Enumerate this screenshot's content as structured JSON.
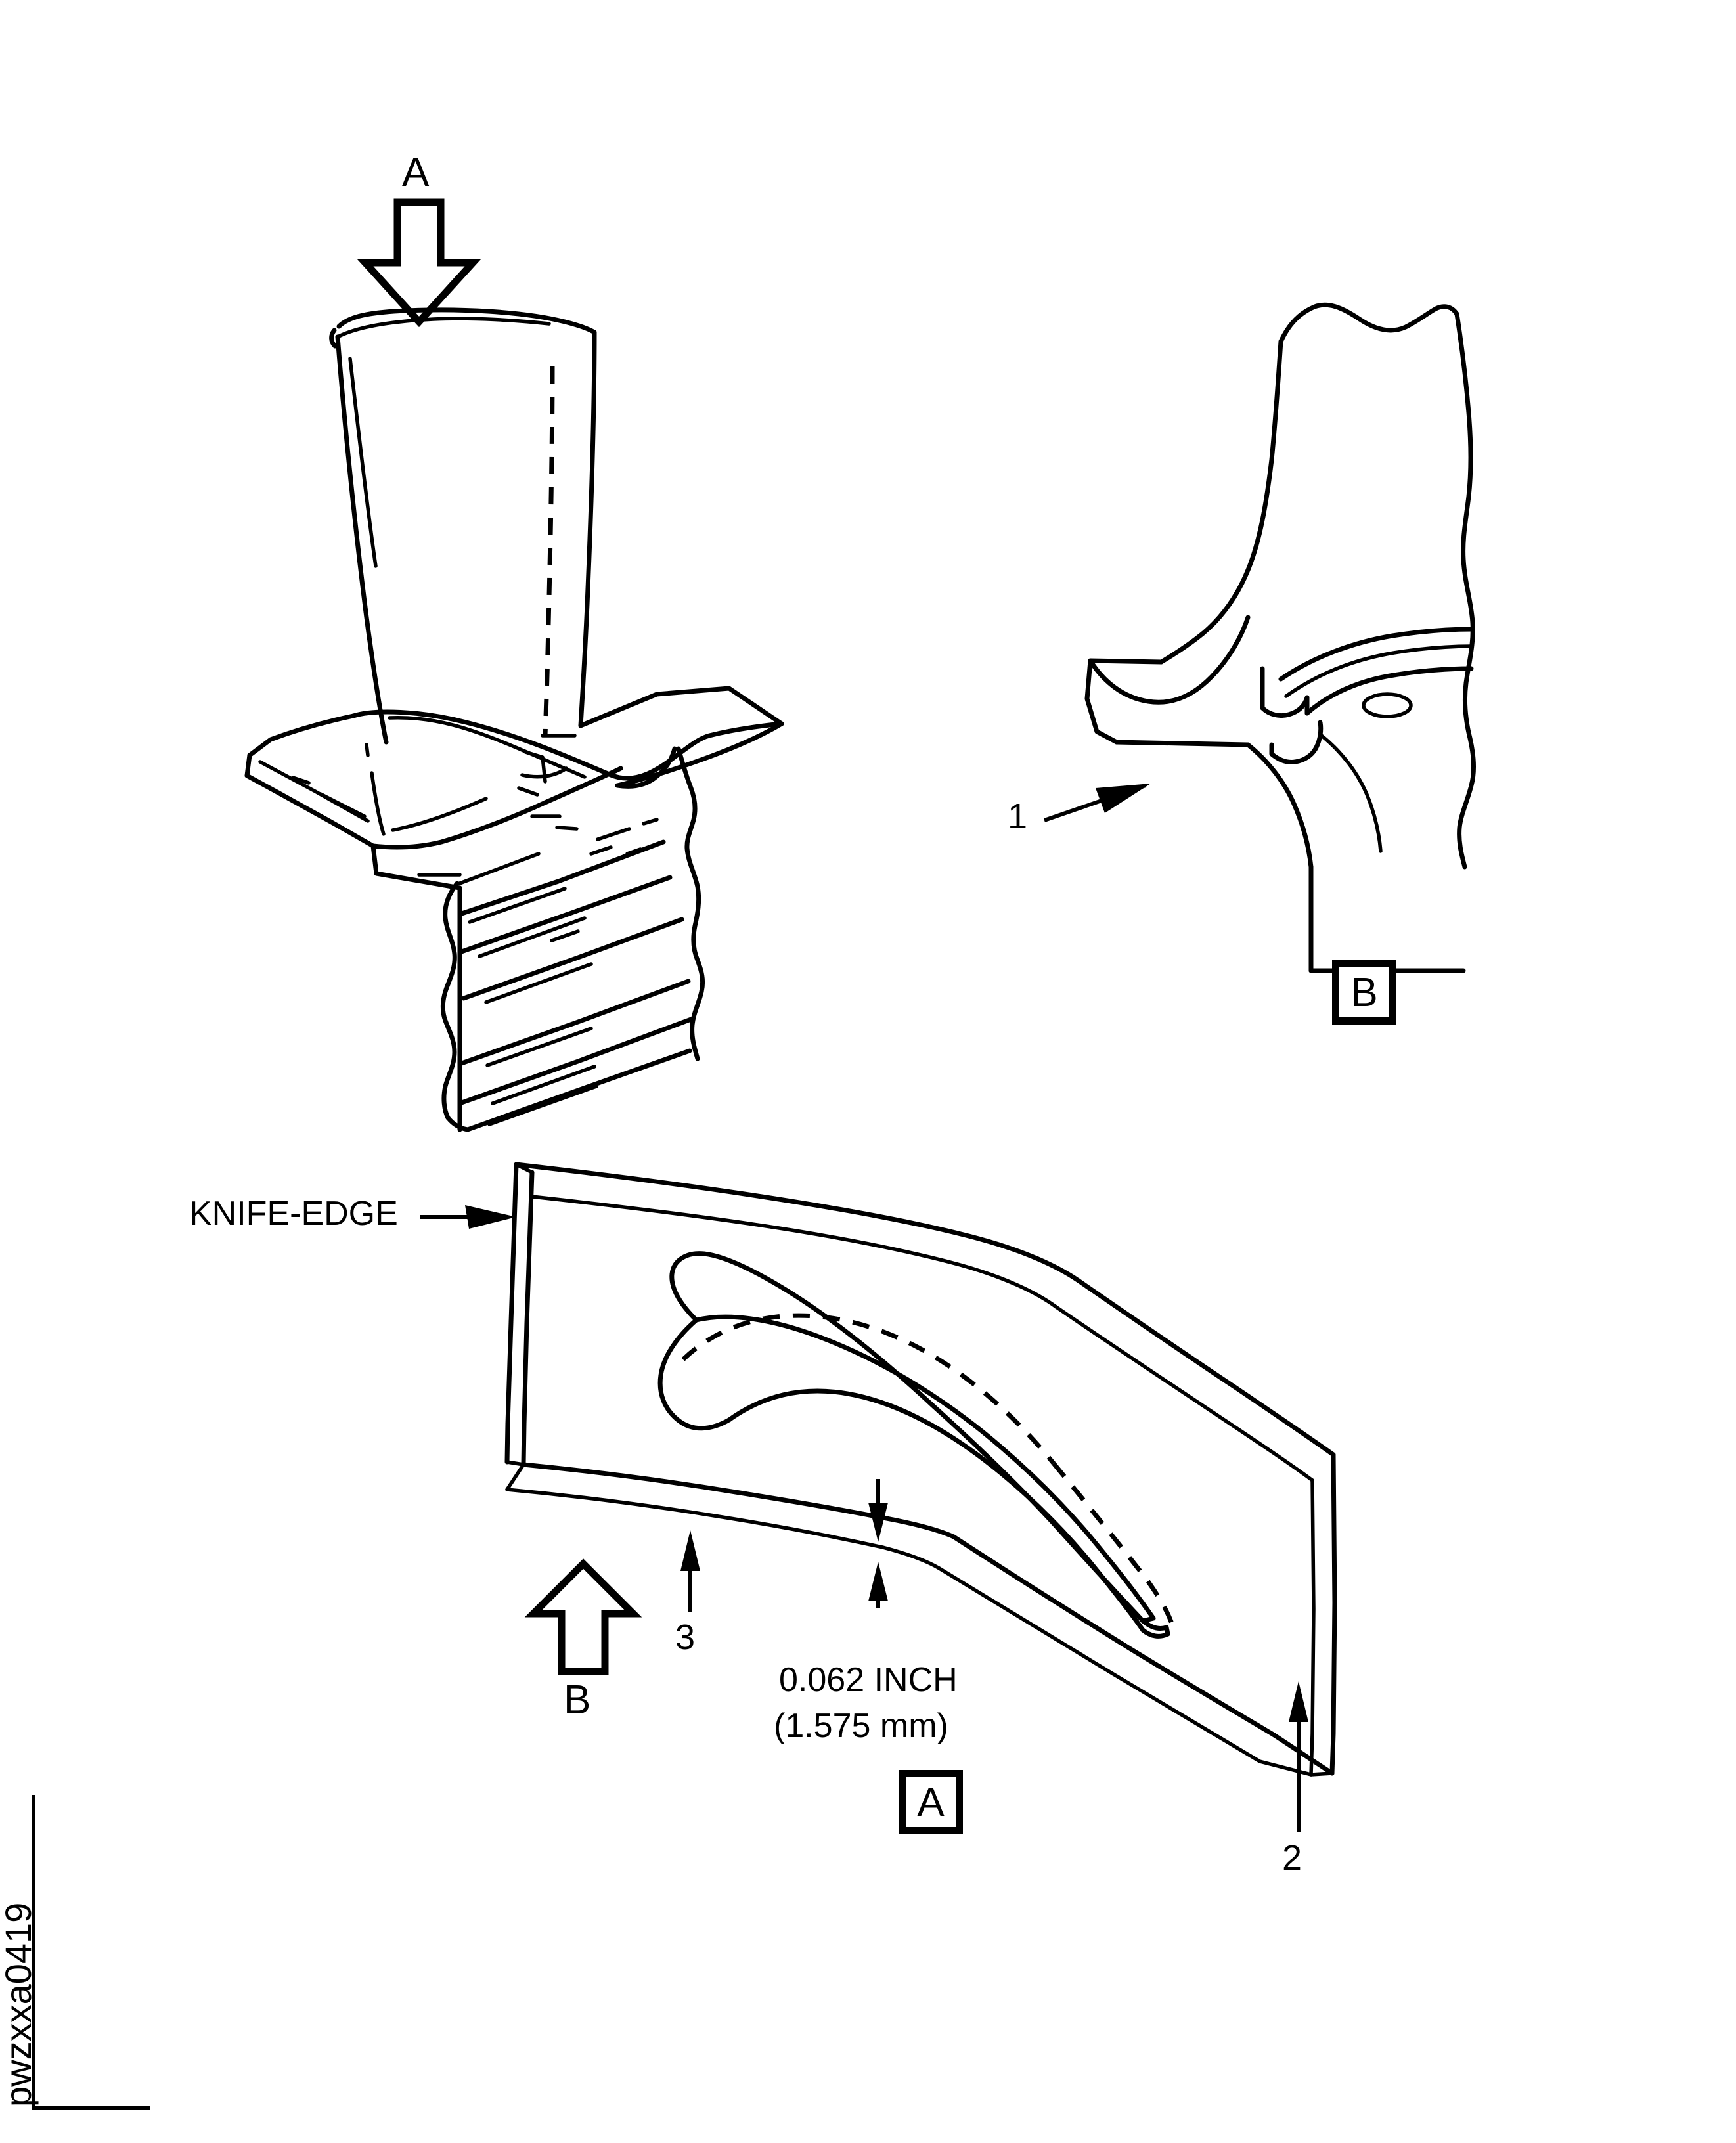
{
  "figure": {
    "id": "pwzxxa0419",
    "domain": "engineering-technical-illustration",
    "description": "Turbine blade inspection drawing with view arrows A and B, detail views, and a platform knife-edge dimension callout."
  },
  "views": {
    "blade_isometric": {
      "view_arrow_label": "A",
      "name": "turbine-blade-isometric"
    },
    "side_section": {
      "name": "blade-side-section",
      "detail_box_label": "B",
      "callouts": [
        {
          "id": "1",
          "label": "1"
        }
      ]
    },
    "platform_view": {
      "name": "blade-platform-view",
      "detail_box_label": "A",
      "view_arrow_label": "B",
      "knife_edge_label": "KNIFE-EDGE",
      "callouts": [
        {
          "id": "2",
          "label": "2"
        },
        {
          "id": "3",
          "label": "3"
        }
      ],
      "dimension": {
        "imperial": "0.062 INCH",
        "metric": "(1.575 mm)"
      }
    }
  },
  "colors": {
    "line": "#000000",
    "background": "#ffffff"
  }
}
